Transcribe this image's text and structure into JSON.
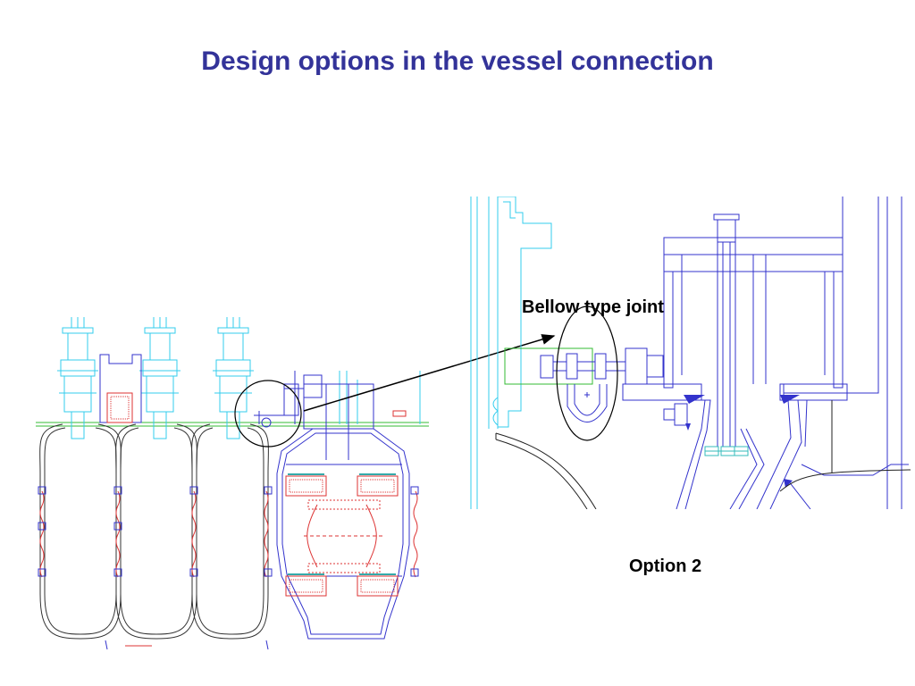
{
  "title": "Design options in the vessel connection",
  "labels": {
    "bellow_joint": "Bellow type joint",
    "option": "Option 2"
  },
  "colors": {
    "title": "#333399",
    "cyan": "#33ccee",
    "blue": "#3333cc",
    "green": "#33bb33",
    "red": "#dd3333",
    "black": "#000000"
  }
}
